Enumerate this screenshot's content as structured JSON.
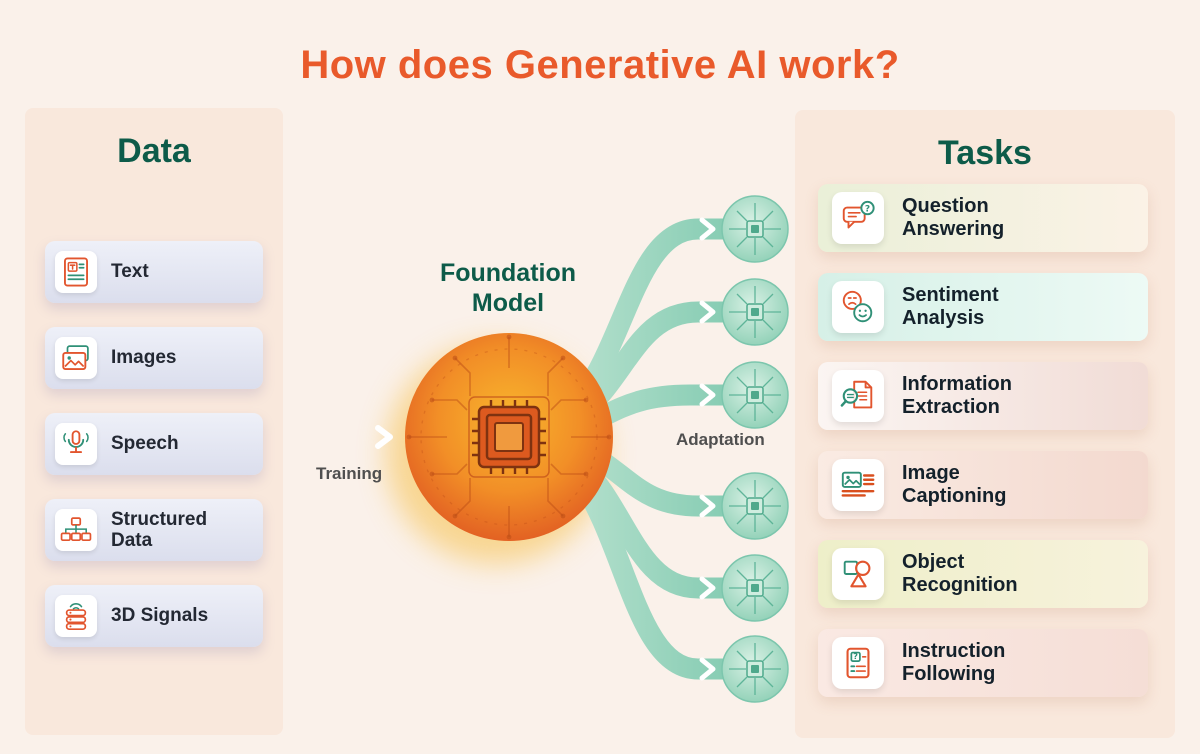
{
  "page": {
    "title": "How does Generative AI work?"
  },
  "palette": {
    "background": "#FAF1EA",
    "title_orange": "#E95A2B",
    "heading_teal": "#0D5B49",
    "ribbon_green": "#7FC9AF",
    "model_circle_orange": "#E8622C",
    "node_green": "#9ED8C2",
    "panel_peach": "#F9E8DC"
  },
  "data_panel": {
    "heading": "Data",
    "items": [
      {
        "label": "Text",
        "icon": "text-document-icon"
      },
      {
        "label": "Images",
        "icon": "images-icon"
      },
      {
        "label": "Speech",
        "icon": "speech-microphone-icon"
      },
      {
        "label": "Structured Data",
        "icon": "structured-data-icon"
      },
      {
        "label": "3D Signals",
        "icon": "3d-signals-icon"
      }
    ]
  },
  "center": {
    "model_label": "Foundation Model",
    "training_label": "Training",
    "adaptation_label": "Adaptation"
  },
  "tasks_panel": {
    "heading": "Tasks",
    "items": [
      {
        "label": "Question Answering",
        "icon": "question-answering-icon"
      },
      {
        "label": "Sentiment Analysis",
        "icon": "sentiment-analysis-icon"
      },
      {
        "label": "Information Extraction",
        "icon": "information-extraction-icon"
      },
      {
        "label": "Image Captioning",
        "icon": "image-captioning-icon"
      },
      {
        "label": "Object Recognition",
        "icon": "object-recognition-icon"
      },
      {
        "label": "Instruction Following",
        "icon": "instruction-following-icon"
      }
    ]
  }
}
